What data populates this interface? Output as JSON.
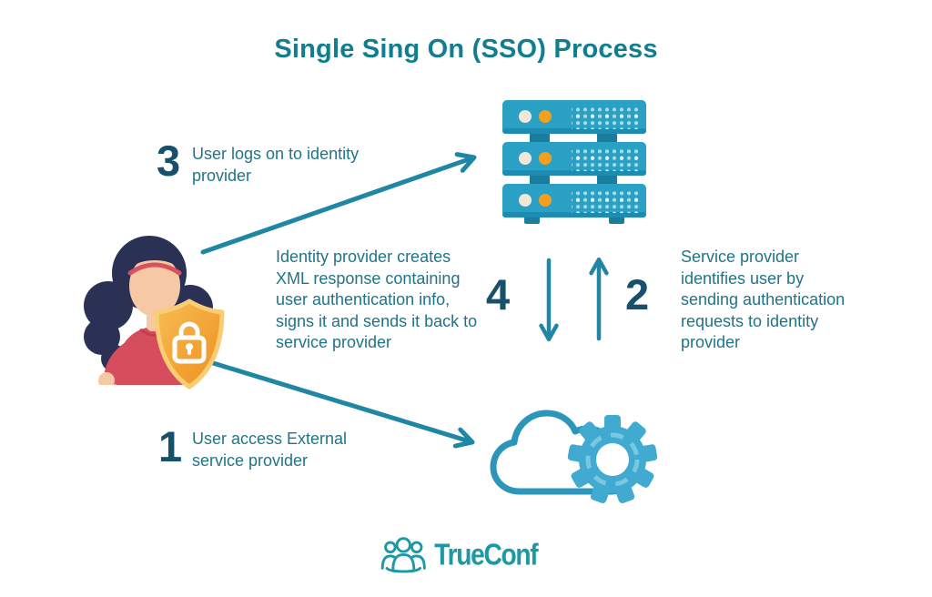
{
  "title": "Single Sing On (SSO) Process",
  "steps": [
    {
      "number": "3",
      "text": "User logs on to identity\nprovider"
    },
    {
      "number": "4",
      "text": "Identity provider creates\nXML response containing\nuser authentication info,\nsigns it and sends it back to\nservice provider"
    },
    {
      "number": "2",
      "text": "Service provider\nidentifies user by\nsending authentication\nrequests to identity\nprovider"
    },
    {
      "number": "1",
      "text": "User access External\nservice provider"
    }
  ],
  "logo": {
    "text": "TrueConf"
  },
  "icons": {
    "identity_provider": "server-icon",
    "user": "woman-avatar",
    "security": "shield-lock-icon",
    "service_provider": "cloud-gear-icon",
    "logo_mark": "people-group-icon"
  },
  "colors": {
    "title_teal": "#117e90",
    "number_dark_teal": "#17506a",
    "text_teal": "#20748a",
    "arrow_teal": "#1f86a4",
    "server_blue": "#2aa0c4",
    "server_dark": "#1b7d9d",
    "dot_orange": "#f4a01e",
    "dot_cream": "#efe8d9",
    "shield_orange": "#f19b2c",
    "shield_rim": "#f8cd74",
    "hair_navy": "#2b3154",
    "headband_red": "#d8515e",
    "skin": "#f6c9a4",
    "blouse_red": "#d64d5e",
    "cloud_stroke": "#2b96ba",
    "gear_blue": "#41aad0",
    "logo_teal": "#1b9aa5"
  }
}
